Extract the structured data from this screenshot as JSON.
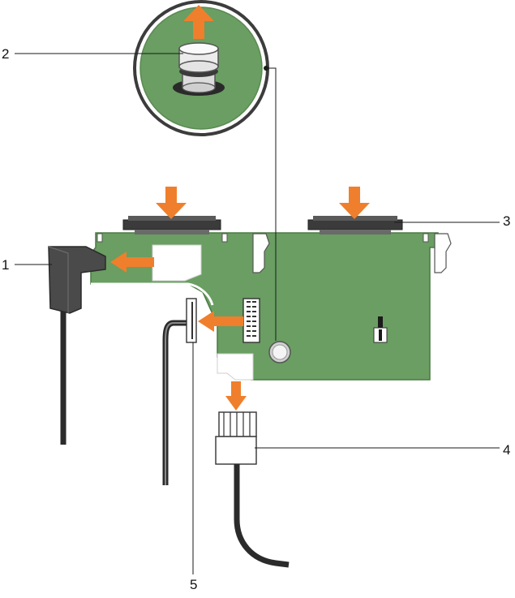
{
  "callouts": [
    {
      "id": "1",
      "label": "1"
    },
    {
      "id": "2",
      "label": "2"
    },
    {
      "id": "3",
      "label": "3"
    },
    {
      "id": "4",
      "label": "4"
    },
    {
      "id": "5",
      "label": "5"
    }
  ],
  "colors": {
    "board": "#6a9e62",
    "board_edge": "#4b7a45",
    "arrow": "#ef7f2c",
    "cable": "#2b2b2b",
    "connector": "#4a4a4a",
    "leader": "#1a1a1a",
    "magnifier_ring": "#444444"
  }
}
